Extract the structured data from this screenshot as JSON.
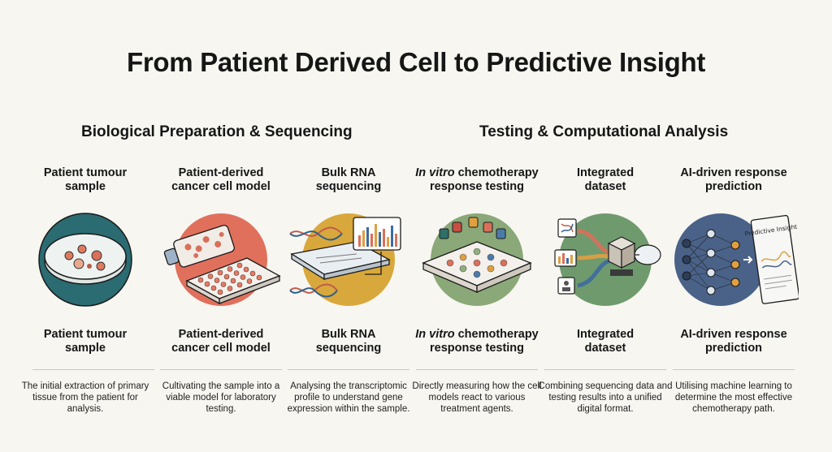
{
  "title": "From Patient Derived Cell to Predictive Insight",
  "sections": [
    {
      "label": "Biological Preparation & Sequencing"
    },
    {
      "label": "Testing & Computational Analysis"
    }
  ],
  "steps": [
    {
      "label_line1": "Patient tumour",
      "label_line2": "sample",
      "description": "The initial extraction of primary tissue from the patient for analysis."
    },
    {
      "label_line1": "Patient-derived",
      "label_line2": "cancer cell model",
      "description": "Cultivating the sample into a viable model for laboratory testing."
    },
    {
      "label_line1": "Bulk RNA",
      "label_line2": "sequencing",
      "description": "Analysing the transcriptomic profile to understand gene expression within the sample."
    },
    {
      "label_italic": "In vitro",
      "label_line1": " chemotherapy",
      "label_line2": "response testing",
      "description": "Directly measuring how the cell models react to various treatment agents."
    },
    {
      "label_line1": "Integrated",
      "label_line2": "dataset",
      "description": "Combining sequencing data and testing results into a unified digital format."
    },
    {
      "label_line1": "AI-driven response",
      "label_line2": "prediction",
      "description": "Utilising machine learning to determine the most effective chemotherapy path."
    }
  ],
  "report_text": "Predictive Insight",
  "colors": {
    "teal": "#2b6b72",
    "coral": "#e0705c",
    "mustard": "#d9a83c",
    "sage": "#8aa878",
    "green": "#6f9a6d",
    "slate": "#4a6288"
  }
}
